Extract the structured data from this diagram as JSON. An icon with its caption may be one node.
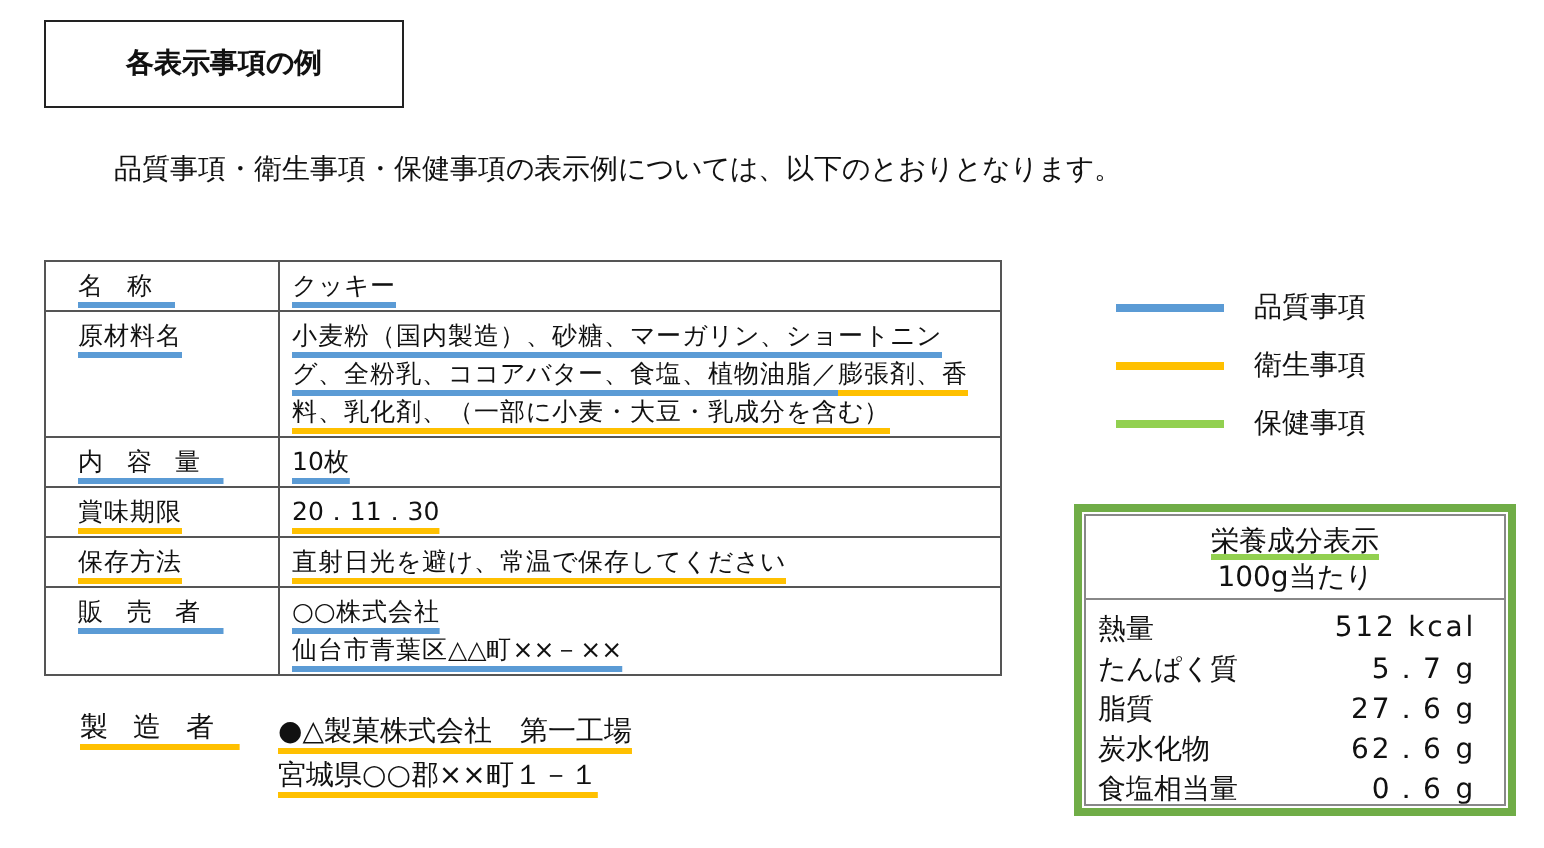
{
  "diagram": {
    "nodes": [
      {
        "text": [
          "各表示事項の例"
        ]
      },
      {
        "text": [
          "栄養成分表示",
          "100g当たり",
          "熱量",
          "512 kcal",
          "たんぱく質",
          "5．7 g",
          "脂質",
          "27．6 g",
          "炭水化物",
          "62．6 g",
          "食塩相当量",
          "0．6 g"
        ]
      }
    ],
    "edges": [],
    "labels": [
      "品質事項・衛生事項・保健事項の表示例については、以下のとおりとなります。",
      "名称",
      "クッキー",
      "原材料名",
      "小麦粉（国内製造）、砂糖、マーガリン、ショートニング、全粉乳、ココアバター、食塩、植物油脂／",
      "膨張剤、香料、乳化剤、（一部に小麦・大豆・乳成分を含む）",
      "内容量",
      "10枚",
      "賞味期限",
      "20．11．30",
      "保存方法",
      "直射日光を避け、常温で保存してください",
      "販売者",
      "○○株式会社",
      "仙台市青葉区△△町××－××",
      "製造者",
      "●△製菓株式会社　第一工場",
      "宮城県○○郡××町１－１"
    ],
    "legend": [
      {
        "text": "品質事項",
        "color": "#5b9bd5"
      },
      {
        "text": "衛生事項",
        "color": "#ffc000"
      },
      {
        "text": "保健事項",
        "color": "#92d050"
      }
    ]
  }
}
